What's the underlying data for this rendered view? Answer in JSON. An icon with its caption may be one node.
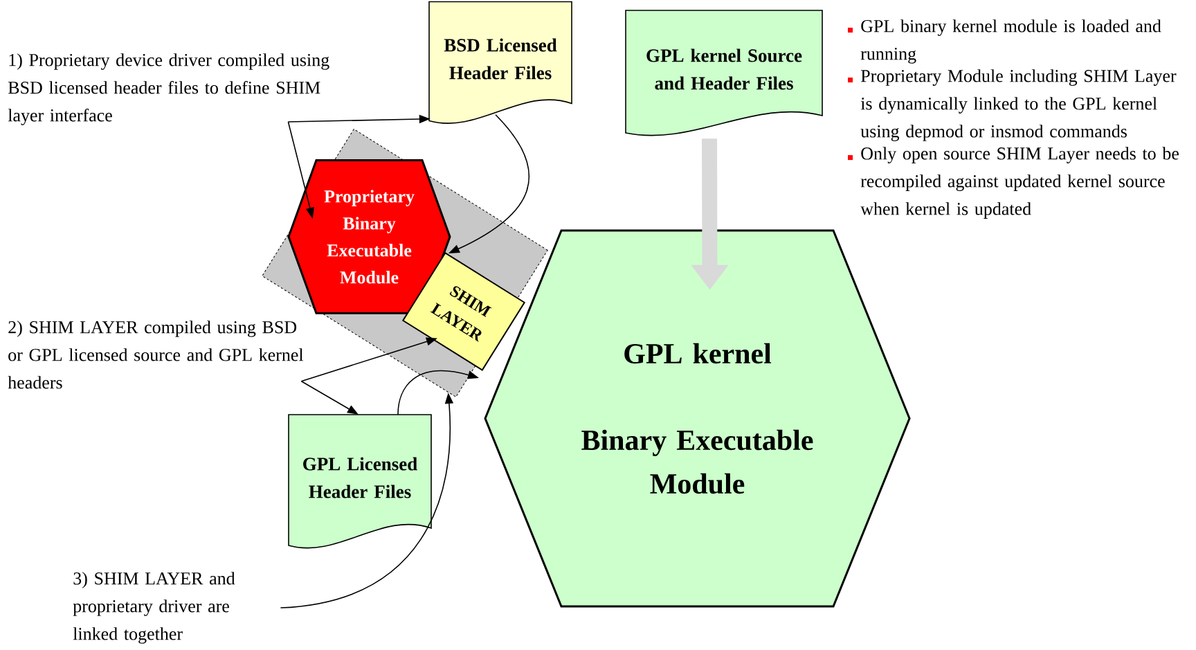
{
  "diagram": {
    "nodes": [
      {
        "text": [
          "BSD Licensed Header Files"
        ]
      },
      {
        "text": [
          "GPL kernel Source and Header Files"
        ]
      },
      {
        "text": [],
        "shape": "box"
      },
      {
        "text": [
          "Proprietary Binary Executable Module"
        ],
        "in": 2
      },
      {
        "text": [
          "SHIM LAYER"
        ],
        "in": 2
      },
      {
        "text": [
          "GPL kernel",
          "Binary Executable Module"
        ]
      },
      {
        "text": [
          "GPL Licensed Header Files"
        ]
      },
      {
        "text": [
          "1) Proprietary device driver compiled using BSD licensed header files to define SHIM layer interface"
        ]
      },
      {
        "text": [
          "2) SHIM LAYER compiled using BSD or GPL licensed source and GPL kernel headers"
        ]
      },
      {
        "text": [
          "3) SHIM LAYER and proprietary driver are linked together"
        ]
      }
    ],
    "edges": [
      {
        "from": 7,
        "to": 0,
        "arrow": "to"
      },
      {
        "from": 7,
        "to": 3,
        "arrow": "to"
      },
      {
        "from": 0,
        "to": 4,
        "arrow": "to"
      },
      {
        "from": 1,
        "to": 5,
        "arrow": "to",
        "style": "thick",
        "color": "#d9d9d9"
      },
      {
        "from": 8,
        "to": 4,
        "arrow": "to"
      },
      {
        "from": 8,
        "to": 6,
        "arrow": "to"
      },
      {
        "from": 6,
        "to": 4,
        "arrow": "to"
      },
      {
        "from": 9,
        "to": 2,
        "arrow": "to"
      }
    ],
    "labels": [
      "GPL binary kernel module is loaded and running",
      "Proprietary Module including SHIM Layer is dynamically linked to the GPL kernel using depmod or insmod commands",
      "Only open source SHIM Layer needs to be recompiled against updated kernel source when kernel is updated"
    ]
  }
}
